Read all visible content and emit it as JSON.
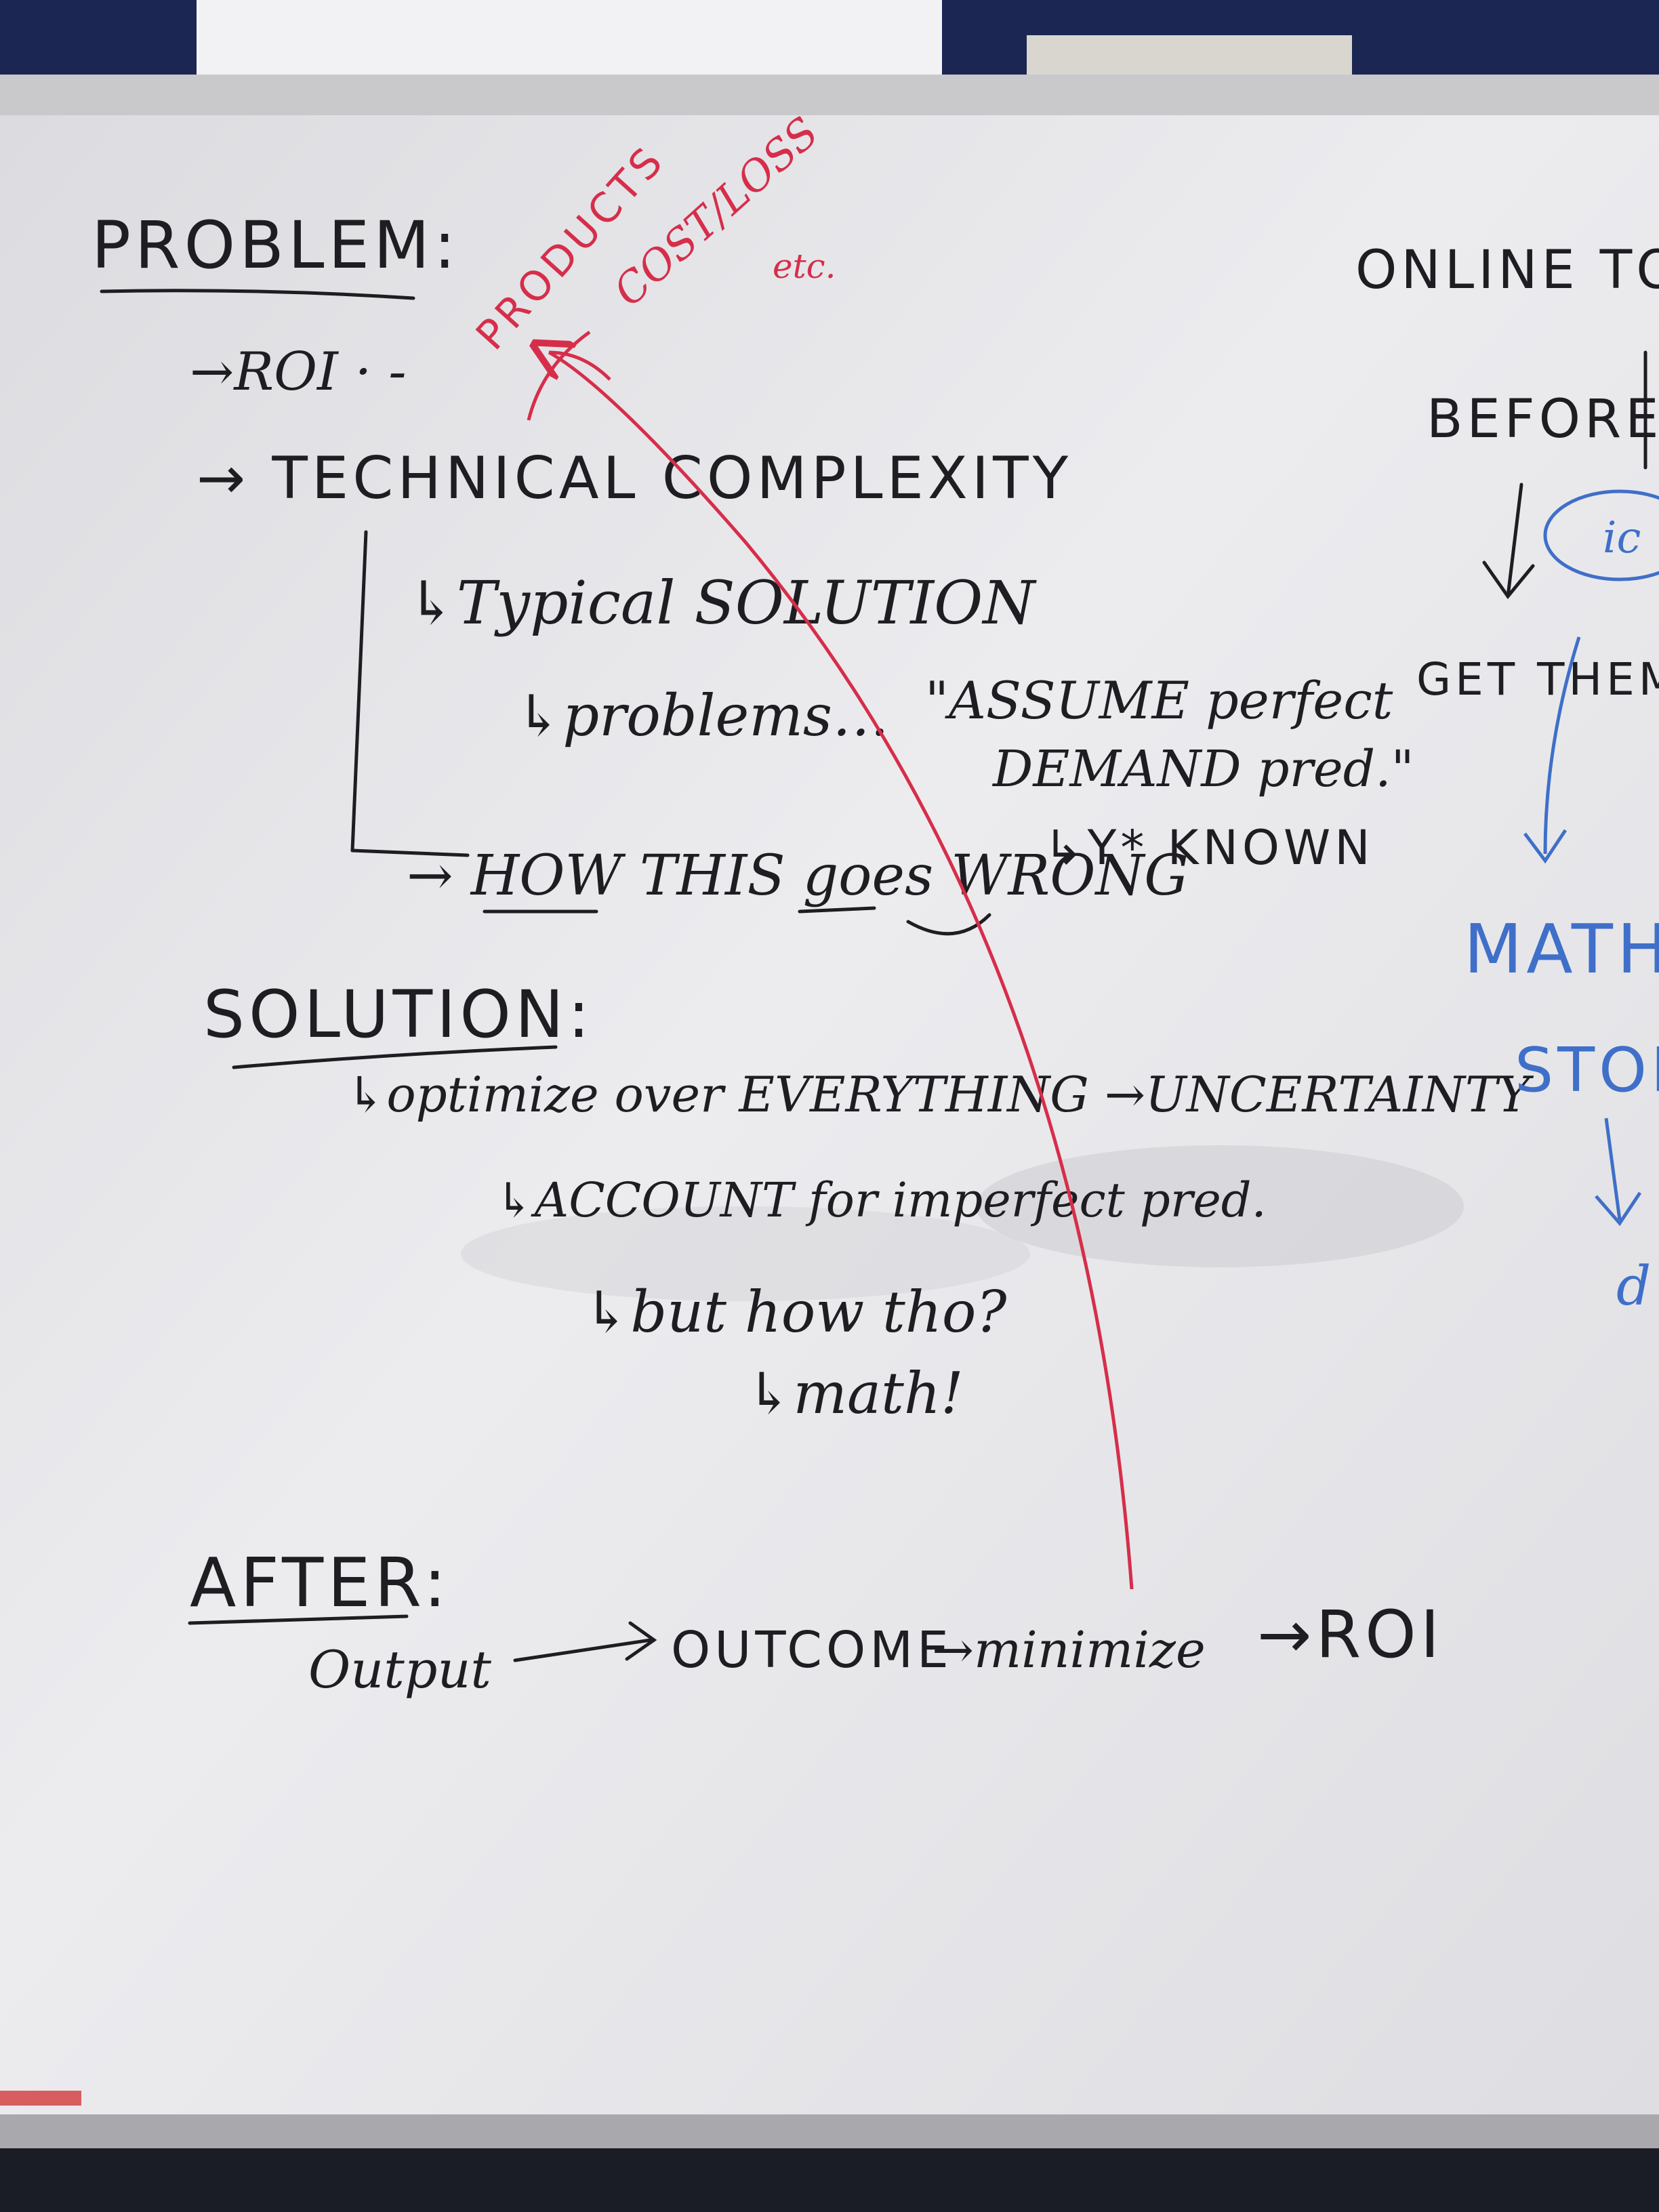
{
  "colors": {
    "wall": "#1b2752",
    "board": "#e9e9ec",
    "frame": "#c9c9cc",
    "black_marker": "#1e1d22",
    "red_marker": "#d62e4a",
    "blue_marker": "#3f6fc9"
  },
  "board": {
    "left": {
      "problem_heading": "PROBLEM:",
      "roi_item": "→ROI · -",
      "technical_item": "→ TECHNICAL COMPLEXITY",
      "typical_solution": "↳Typical SOLUTION",
      "problems_line": "↳problems…",
      "assume_quote_1": "\"ASSUME perfect",
      "assume_quote_2": "DEMAND pred.\"",
      "y_known": "↳Y* KNOWN",
      "how_wrong": "→ HOW THIS goes WRONG",
      "solution_heading": "SOLUTION:",
      "optimize_line": "↳optimize over EVERYTHING →UNCERTAINTY",
      "account_line": "↳ACCOUNT for imperfect pred.",
      "but_how": "↳but how tho?",
      "math_line": "↳math!",
      "after_heading": "AFTER:",
      "after_flow": {
        "output": "Output",
        "outcome": "OUTCOME",
        "minimize": "→minimize",
        "roi": "→ROI"
      }
    },
    "red_notes": {
      "products": "PRODUCTS",
      "cost_loss": "COST/LOSS",
      "etc": "etc."
    },
    "right": {
      "online_to": "ONLINE TO",
      "before": "BEFORE",
      "circle_text": "ic",
      "get_them": "GET THEM -",
      "math": "MATH",
      "story": "STORY",
      "d": "d"
    }
  }
}
